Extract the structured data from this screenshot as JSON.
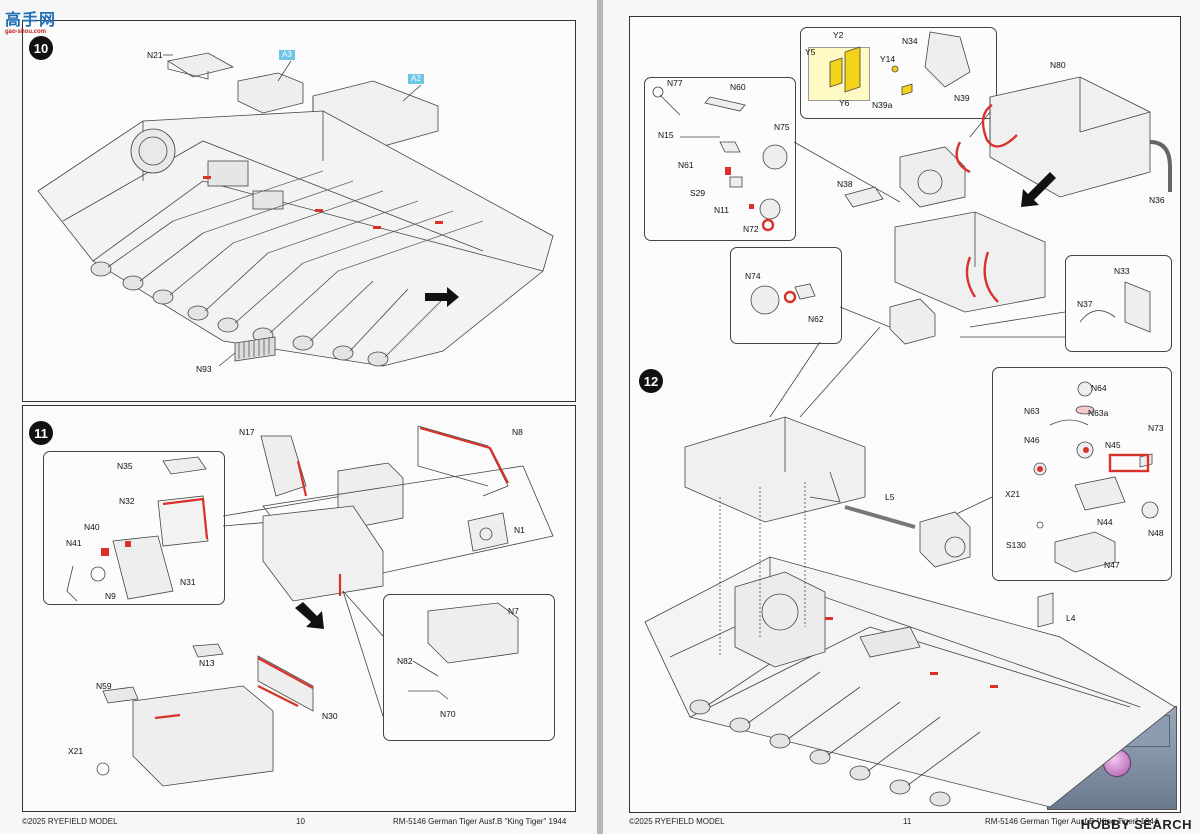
{
  "watermark": {
    "main": "高手网",
    "sub": "gao-shou.com"
  },
  "left_page": {
    "page_number": "10",
    "footer_left": "©2025 RYEFIELD MODEL",
    "footer_right": "RM-5146 German Tiger Ausf.B \"King Tiger\" 1944",
    "step10": {
      "number": "10",
      "refs": [
        "A3",
        "A2"
      ],
      "labels": {
        "n21": "N21",
        "n93": "N93"
      }
    },
    "step11": {
      "number": "11",
      "labels": {
        "n17": "N17",
        "n8": "N8",
        "n35": "N35",
        "n32": "N32",
        "n40": "N40",
        "n41": "N41",
        "n31": "N31",
        "n9": "N9",
        "n1": "N1",
        "n7": "N7",
        "n82": "N82",
        "n70": "N70",
        "n13": "N13",
        "n59": "N59",
        "n30": "N30",
        "x21": "X21"
      }
    }
  },
  "right_page": {
    "page_number": "11",
    "footer_left": "©2025 RYEFIELD MODEL",
    "footer_right": "RM-5146 German Tiger Ausf.B \"King Tiger\" 1944",
    "publisher_mark": "HOBBY SEARCH",
    "step12": {
      "number": "12",
      "labels": {
        "y2": "Y2",
        "y5": "Y5",
        "n34": "N34",
        "y14": "Y14",
        "y6": "Y6",
        "n39a": "N39a",
        "n39": "N39",
        "n80": "N80",
        "n77": "N77",
        "n60": "N60",
        "n15": "N15",
        "n61": "N61",
        "n75": "N75",
        "s29": "S29",
        "n11": "N11",
        "n72": "N72",
        "n38": "N38",
        "n36": "N36",
        "n74": "N74",
        "n62": "N62",
        "n33": "N33",
        "n37": "N37",
        "n64": "N64",
        "n63": "N63",
        "n63a": "N63a",
        "n46": "N46",
        "n73": "N73",
        "n45": "N45",
        "x21": "X21",
        "n44": "N44",
        "n48": "N48",
        "s130": "S130",
        "n47": "N47",
        "l5": "L5",
        "l4": "L4",
        "l4_photo": "L4"
      }
    }
  },
  "colors": {
    "red_part": "#d8322b",
    "yellow_part": "#f3d21a",
    "ref_badge": "#6ec6e6",
    "line": "#444444"
  }
}
